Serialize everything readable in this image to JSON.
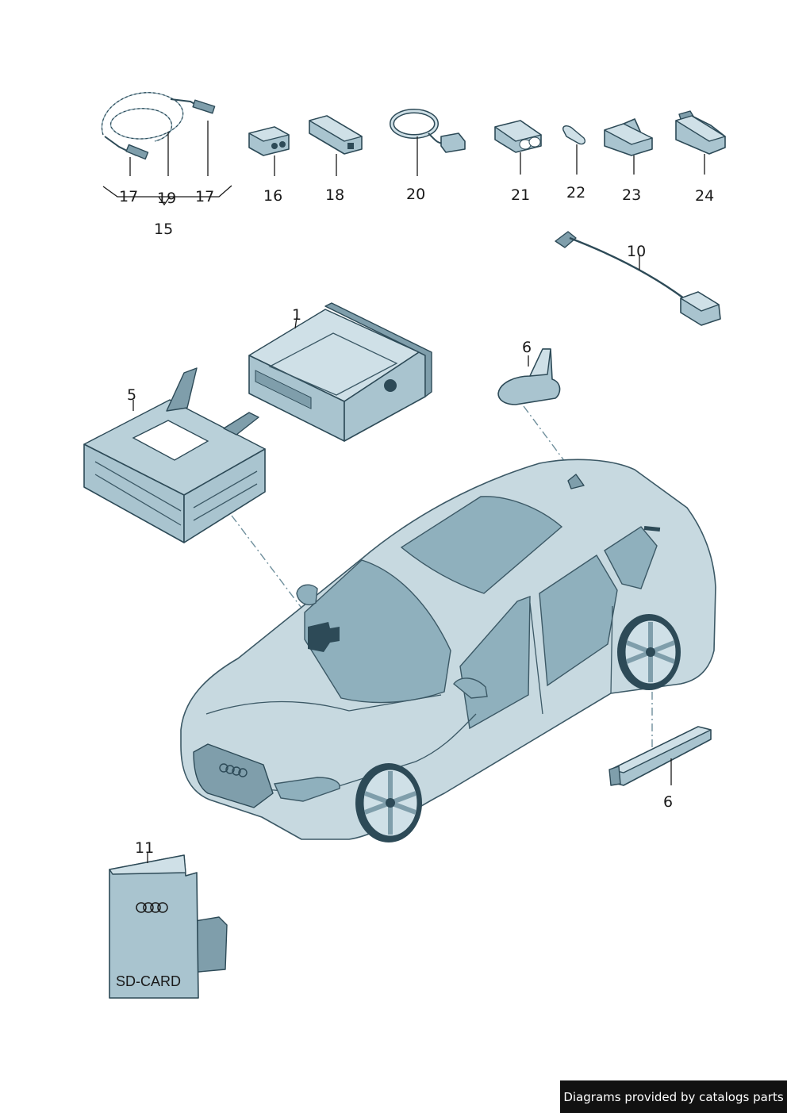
{
  "callouts": {
    "c1": "1",
    "c5": "5",
    "c6_antenna": "6",
    "c6_module": "6",
    "c10": "10",
    "c11": "11",
    "c15": "15",
    "c16": "16",
    "c17_left": "17",
    "c17_right": "17",
    "c18": "18",
    "c19": "19",
    "c20": "20",
    "c21": "21",
    "c22": "22",
    "c23": "23",
    "c24": "24"
  },
  "sd_card_label": "SD-CARD",
  "footer": "Diagrams provided by catalogs parts",
  "colors": {
    "part_fill": "#a9c4cf",
    "outline": "#2d4a57",
    "footer_bg": "#111111"
  }
}
